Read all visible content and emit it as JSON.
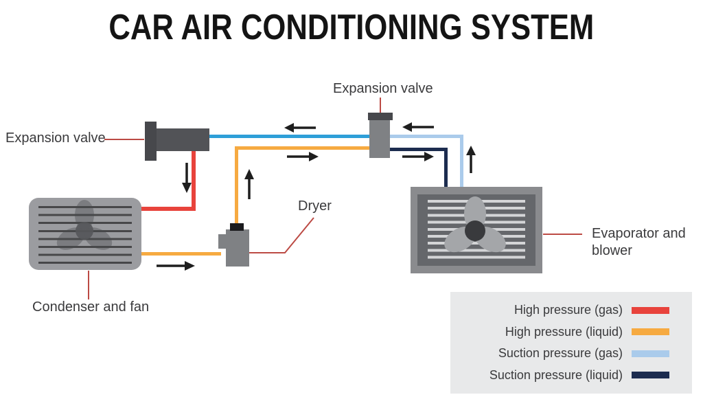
{
  "title": "CAR AIR CONDITIONING SYSTEM",
  "diagram": {
    "labels": {
      "expansion_valve_left": "Expansion valve",
      "expansion_valve_center": "Expansion valve",
      "dryer": "Dryer",
      "condenser": "Condenser and fan",
      "evaporator": "Evaporator and blower"
    }
  },
  "legend": {
    "items": [
      {
        "label": "High pressure (gas)",
        "color": "#e8433c"
      },
      {
        "label": "High pressure (liquid)",
        "color": "#f6aa41"
      },
      {
        "label": "Suction pressure (gas)",
        "color": "#aacbeb"
      },
      {
        "label": "Suction pressure (liquid)",
        "color": "#1c2c4f"
      }
    ]
  },
  "colors": {
    "high_pressure_gas": "#e8433c",
    "high_pressure_liquid": "#f6aa41",
    "suction_pressure_gas": "#aacbeb",
    "suction_pressure_liquid": "#1c2c4f",
    "compressor_line_blue": "#2e9fd8",
    "pointer_line": "#bc4a44",
    "arrow": "#1e1e1e"
  }
}
